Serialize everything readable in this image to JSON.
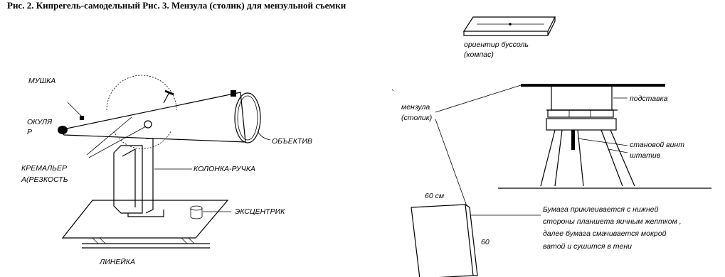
{
  "title": "Рис. 2. Кипрегель-самодельный  Рис. 3. Мензула (столик) для мензульной съемки",
  "kipregel": {
    "labels": {
      "mushka": "МУШКА",
      "okulyar_1": "ОКУЛЯ",
      "okulyar_2": "Р",
      "kremalyera_1": "КРЕМАЛЬЕР",
      "kremalyera_2": "А(РЕЗКОСТЬ",
      "obyektiv": "ОБЪЕКТИВ",
      "kolonka": "КОЛОНКА-РУЧКА",
      "ekstsentrik": "ЭКСЦЕНТРИК",
      "lineyka": "ЛИНЕЙКА"
    }
  },
  "menzula": {
    "labels": {
      "orientir_1": "ориентир буссоль",
      "orientir_2": "(компас)",
      "menzula_1": "мензула",
      "menzula_2": "(столик)",
      "podstavka": "подставка",
      "vint_1": "становой  винт",
      "vint_2": "штатив",
      "size_top": "60 см",
      "size_side": "60",
      "note_1": "Бумага приклеивается с нижней",
      "note_2": "стороны планшета яичным желтком ,",
      "note_3": "далее бумага смачивается мокрой",
      "note_4": "ватой и сушится в тени"
    }
  }
}
